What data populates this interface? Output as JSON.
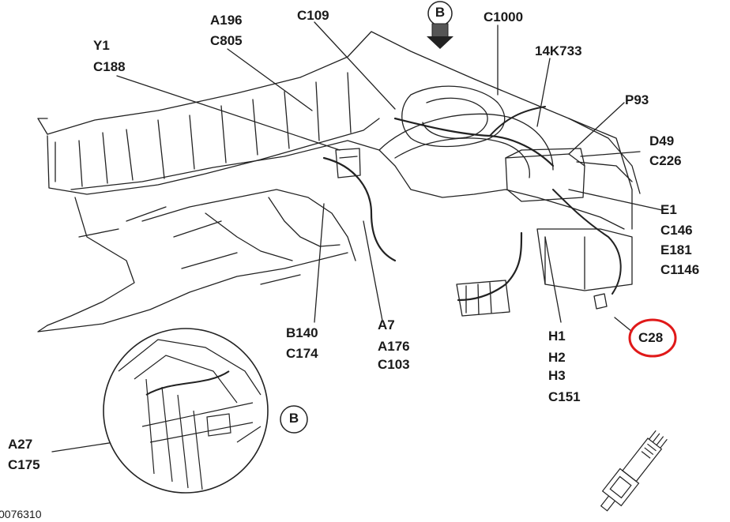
{
  "diagram": {
    "doc_id": "0076310",
    "view_marker_top": "B",
    "detail_marker": "B",
    "highlight_color": "#e01919",
    "labels": {
      "y1": "Y1",
      "c188": "C188",
      "a196": "A196",
      "c805": "C805",
      "c109": "C109",
      "c1000": "C1000",
      "k14k733": "14K733",
      "p93": "P93",
      "d49": "D49",
      "c226": "C226",
      "e1": "E1",
      "c146": "C146",
      "e181": "E181",
      "c1146": "C1146",
      "c28": "C28",
      "h1": "H1",
      "h2": "H2",
      "h3": "H3",
      "c151": "C151",
      "a7": "A7",
      "a176": "A176",
      "c103": "C103",
      "b140": "B140",
      "c174": "C174",
      "a27": "A27",
      "c175": "C175"
    },
    "icons": [
      "view-arrow-icon",
      "connector-icon",
      "detail-callout-icon"
    ]
  }
}
